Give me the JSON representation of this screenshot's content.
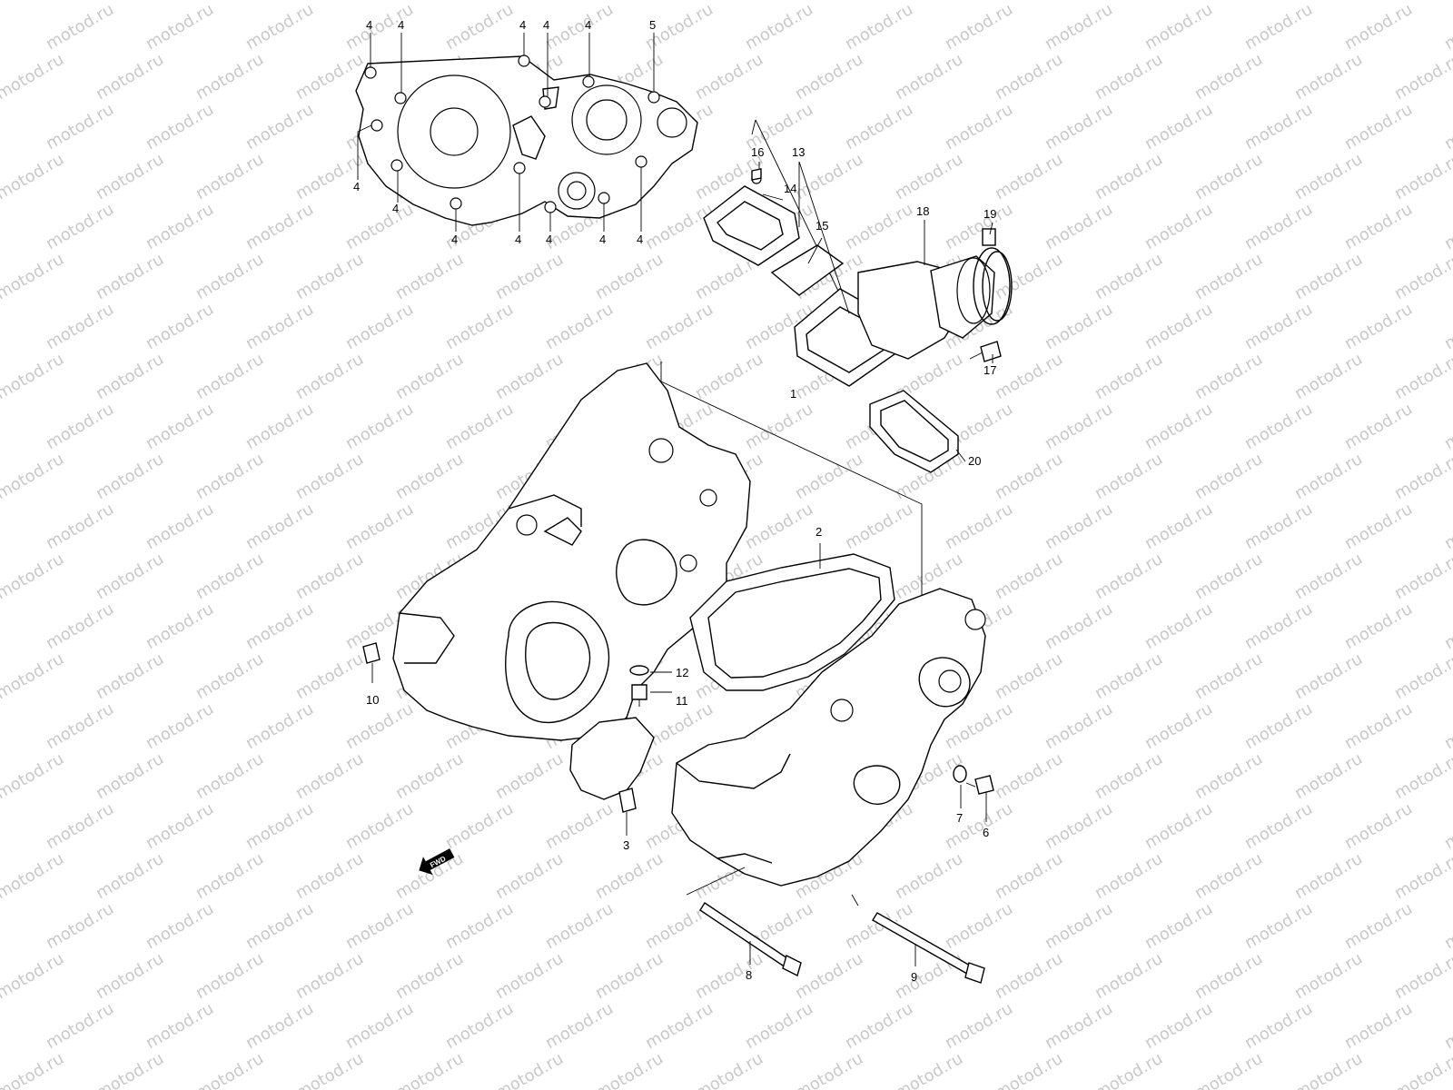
{
  "watermark": {
    "text": "motod.ru",
    "color": "#c8c8c8"
  },
  "fwd_badge": {
    "label": "FWD"
  },
  "callouts": {
    "c1": "1",
    "c2": "2",
    "c3": "3",
    "c4": "4",
    "c5": "5",
    "c6": "6",
    "c7": "7",
    "c8": "8",
    "c9": "9",
    "c10": "10",
    "c11": "11",
    "c12": "12",
    "c13": "13",
    "c14": "14",
    "c15": "15",
    "c16": "16",
    "c17": "17",
    "c18": "18",
    "c19": "19",
    "c20": "20"
  },
  "icons": [
    "fwd-arrow-icon"
  ]
}
